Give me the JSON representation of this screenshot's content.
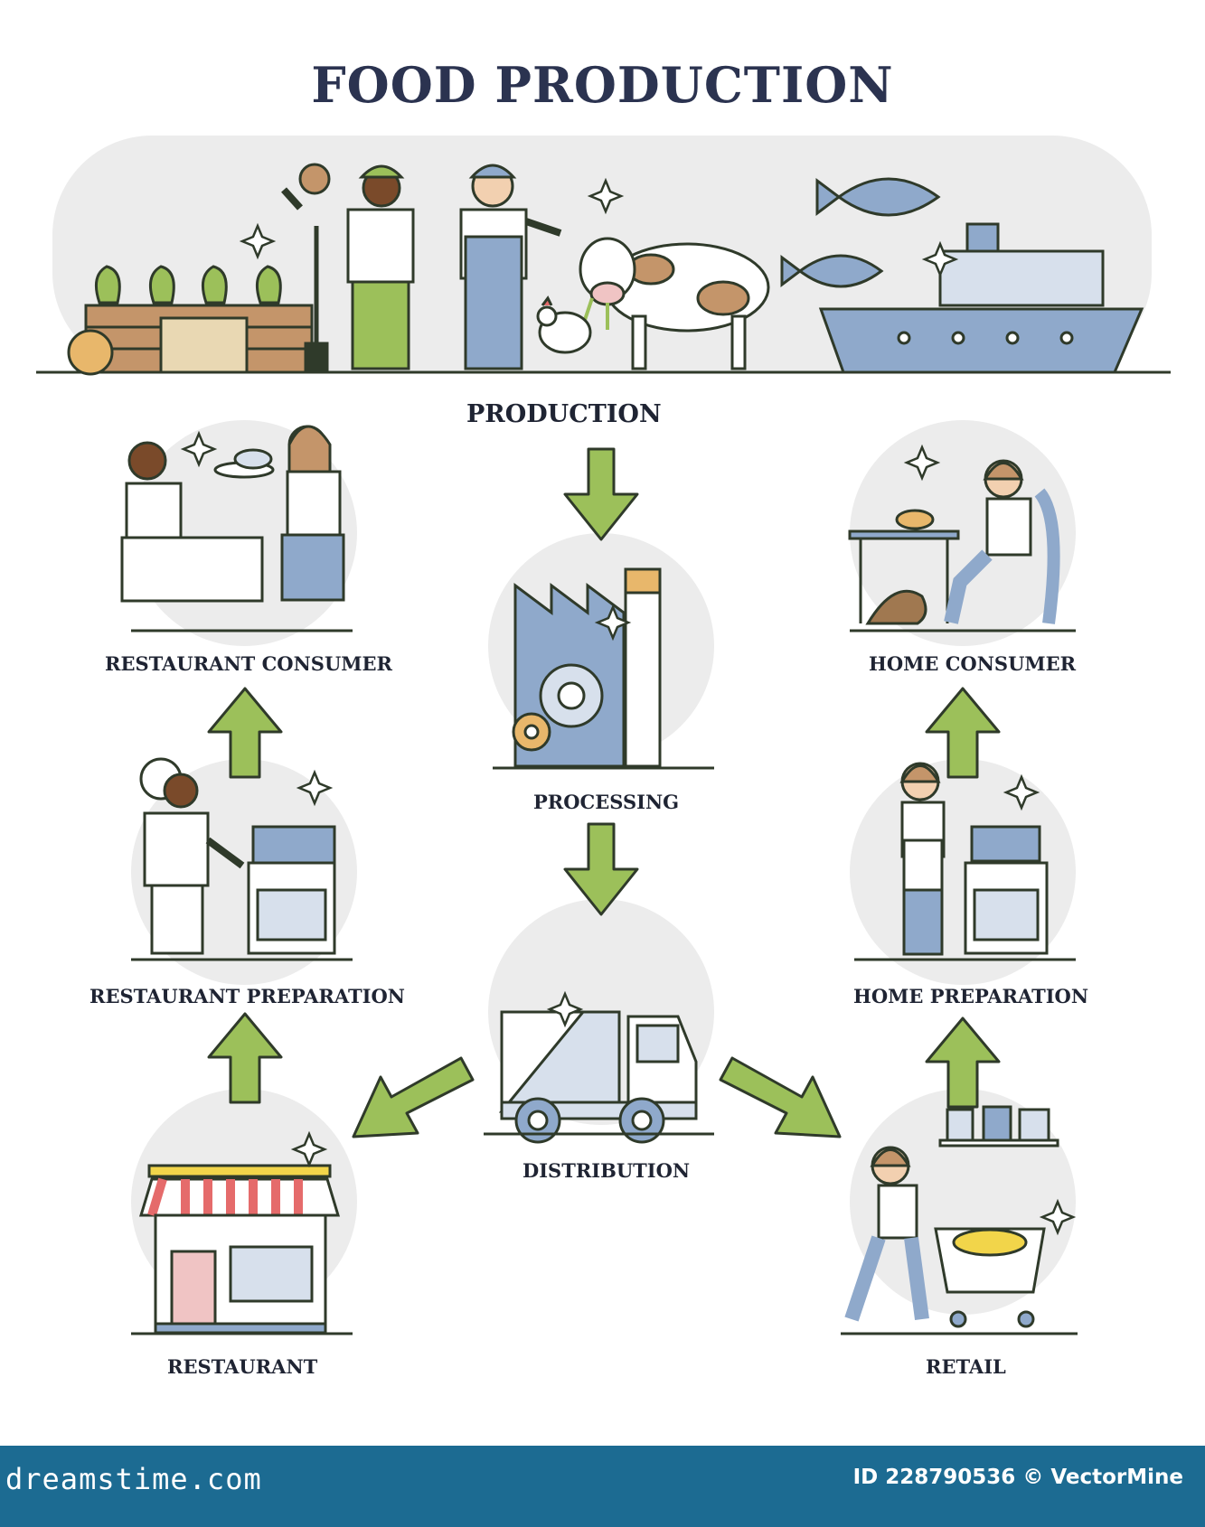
{
  "title": "FOOD PRODUCTION",
  "stages": {
    "production": "PRODUCTION",
    "processing": "PROCESSING",
    "distribution": "DISTRIBUTION",
    "restaurant": "RESTAURANT",
    "restaurant_preparation": "RESTAURANT PREPARATION",
    "restaurant_consumer": "RESTAURANT CONSUMER",
    "retail": "RETAIL",
    "home_preparation": "HOME PREPARATION",
    "home_consumer": "HOME CONSUMER"
  },
  "footer": {
    "brand": "dreamstime.com",
    "id_text": "ID 228790536 © VectorMine"
  },
  "colors": {
    "arrow_fill": "#9cc05a",
    "arrow_stroke": "#2f3a2a",
    "accent_blue": "#8fa9cb",
    "accent_tan": "#c4956a",
    "circle_bg": "#ececec",
    "footer_bg": "#1c6b92"
  },
  "icons": [
    "farm-scene",
    "factory",
    "truck",
    "restaurant-storefront",
    "chef-at-stove",
    "waiter-serving-diner",
    "shopper-with-cart",
    "woman-at-stove",
    "woman-eating-at-table"
  ]
}
